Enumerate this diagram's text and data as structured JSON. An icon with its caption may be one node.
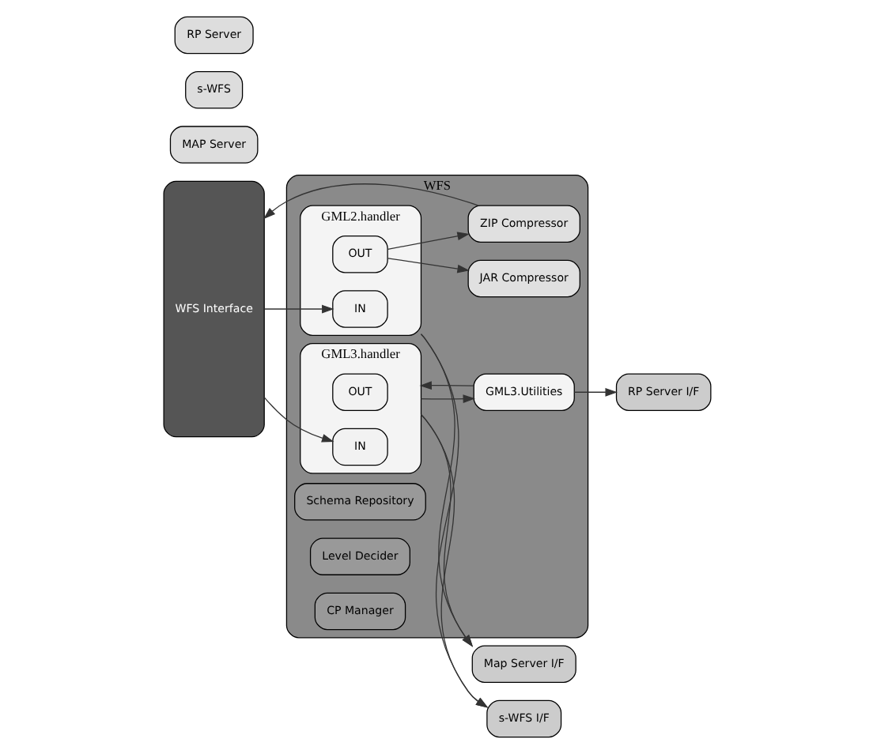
{
  "diagram": {
    "nodes": [
      {
        "text": [
          "WFS"
        ]
      },
      {
        "text": [
          "GML2.handler"
        ],
        "in": 0
      },
      {
        "text": [
          "IN"
        ],
        "in": 1
      },
      {
        "text": [
          "OUT"
        ],
        "in": 1
      },
      {
        "text": [
          "ZIP Compressor"
        ],
        "in": 0
      },
      {
        "text": [
          "JAR Compressor"
        ],
        "in": 0
      },
      {
        "text": [
          "GML3.handler"
        ],
        "in": 0
      },
      {
        "text": [
          "OUT"
        ],
        "in": 6
      },
      {
        "text": [
          "IN"
        ],
        "in": 6
      },
      {
        "text": [
          "Schema Repository"
        ],
        "in": 0
      },
      {
        "text": [
          "Level Decider"
        ],
        "in": 0
      },
      {
        "text": [
          "CP Manager"
        ],
        "in": 0
      },
      {
        "text": [
          "GML3.Utilities"
        ],
        "in": 0
      },
      {
        "text": [
          "WFS Interface"
        ]
      },
      {
        "text": [
          "Map Server I/F"
        ]
      },
      {
        "text": [
          "MAP Server"
        ]
      },
      {
        "text": [
          "s-WFS I/F"
        ]
      },
      {
        "text": [
          "s-WFS"
        ]
      },
      {
        "text": [
          "RP Server I/F"
        ]
      },
      {
        "text": [
          "RP Server"
        ]
      }
    ],
    "edges": [
      {
        "from": 13,
        "to": 2,
        "arrow": "to"
      },
      {
        "from": 13,
        "to": 8,
        "arrow": "to"
      },
      {
        "from": 3,
        "to": 4,
        "arrow": "to"
      },
      {
        "from": 3,
        "to": 5,
        "arrow": "to"
      },
      {
        "from": 4,
        "to": 13,
        "arrow": "to"
      },
      {
        "from": 1,
        "to": 14,
        "arrow": "to"
      },
      {
        "from": 1,
        "to": 16,
        "arrow": "to"
      },
      {
        "from": 6,
        "to": 14,
        "arrow": "to"
      },
      {
        "from": 6,
        "to": 16,
        "arrow": "to"
      },
      {
        "from": 6,
        "to": 12,
        "arrow": "to"
      },
      {
        "from": 12,
        "to": 6,
        "arrow": "to"
      },
      {
        "from": 12,
        "to": 18,
        "arrow": "to"
      }
    ]
  }
}
